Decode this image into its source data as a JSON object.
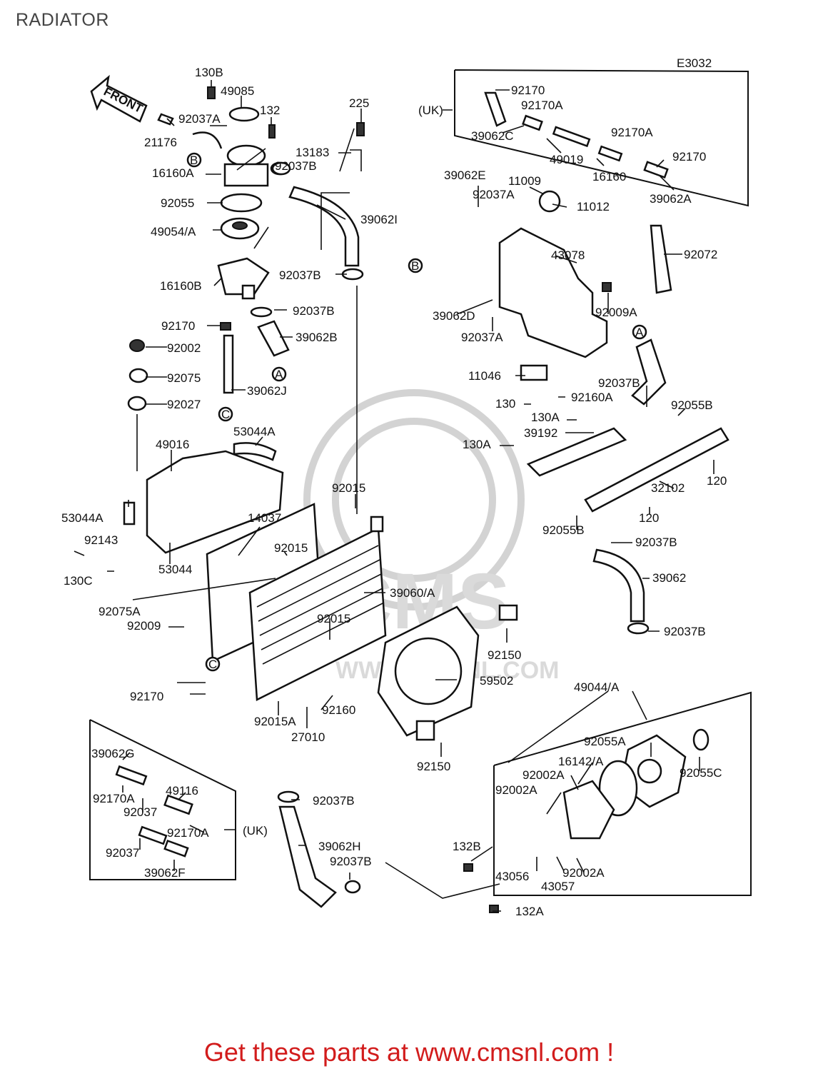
{
  "page_title": "RADIATOR",
  "diagram_code": "E3032",
  "front_arrow_label": "FRONT",
  "region_label": "(UK)",
  "footer_text": "Get these parts at www.cmsnl.com !",
  "watermark_text": "CMS",
  "watermark_url": "WWW.CMSNL.COM",
  "callouts": {
    "A": "A",
    "B": "B",
    "C": "C"
  },
  "parts": {
    "p130B": "130B",
    "p49085": "49085",
    "p132": "132",
    "p225": "225",
    "p92037A_1": "92037A",
    "p21176": "21176",
    "p13183": "13183",
    "p92037B_1": "92037B",
    "p16160A": "16160A",
    "p92055": "92055",
    "p39062I": "39062I",
    "p49054A": "49054/A",
    "p16160B": "16160B",
    "p92037B_2": "92037B",
    "p92037B_3": "92037B",
    "p92170_1": "92170",
    "p39062B": "39062B",
    "p92002": "92002",
    "p92075": "92075",
    "p39062J": "39062J",
    "p92027": "92027",
    "p49016": "49016",
    "p53044A": "53044A",
    "p53044A_2": "53044A",
    "p92143": "92143",
    "p130C": "130C",
    "p53044": "53044",
    "p14037": "14037",
    "p92015_1": "92015",
    "p92015_2": "92015",
    "p92015_3": "92015",
    "p92075A": "92075A",
    "p92009": "92009",
    "p92170_2": "92170",
    "p92015A": "92015A",
    "p27010": "27010",
    "p92160": "92160",
    "p39060A": "39060/A",
    "p92150_1": "92150",
    "p59502": "59502",
    "p92150_2": "92150",
    "p92037B_4": "92037B",
    "p39062H": "39062H",
    "p92037B_5": "92037B",
    "p39062G": "39062G",
    "p92170A_1": "92170A",
    "p49116": "49116",
    "p92037_1": "92037",
    "p92037_2": "92037",
    "p92170A_2": "92170A",
    "p39062F": "39062F",
    "p92170_3": "92170",
    "p92170A_3": "92170A",
    "p39062C": "39062C",
    "p49019": "49019",
    "p92170A_4": "92170A",
    "p92170_4": "92170",
    "p16160": "16160",
    "p39062A": "39062A",
    "p39062E": "39062E",
    "p11009": "11009",
    "p92037A_2": "92037A",
    "p11012": "11012",
    "p43078": "43078",
    "p92072": "92072",
    "p39062D": "39062D",
    "p92037A_3": "92037A",
    "p92009A": "92009A",
    "p11046": "11046",
    "p92037B_6": "92037B",
    "p130": "130",
    "p92160A": "92160A",
    "p92055B_1": "92055B",
    "p130A_1": "130A",
    "p39192": "39192",
    "p130A_2": "130A",
    "p32102": "32102",
    "p120_1": "120",
    "p120_2": "120",
    "p92055B_2": "92055B",
    "p92037B_7": "92037B",
    "p39062": "39062",
    "p92037B_8": "92037B",
    "p49044A": "49044/A",
    "p92055A": "92055A",
    "p16142A": "16142/A",
    "p92002A_1": "92002A",
    "p92002A_2": "92002A",
    "p92055C": "92055C",
    "p132B": "132B",
    "p43056": "43056",
    "p43057": "43057",
    "p92002A_3": "92002A",
    "p132A": "132A"
  }
}
